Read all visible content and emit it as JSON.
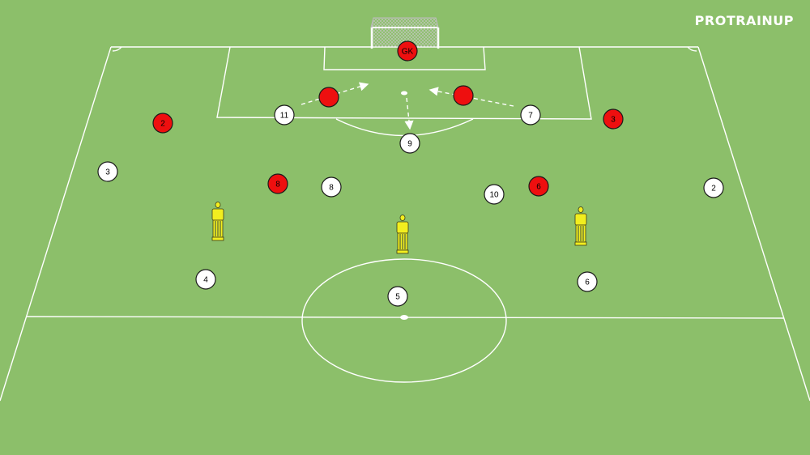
{
  "brand": {
    "logo_text": "PROTRAINUP"
  },
  "colors": {
    "pitch": "#8cbf6a",
    "lines": "#ffffff",
    "opponent": "#ee0f0f",
    "team": "#ffffff",
    "mannequin": "#f2ee1f",
    "mannequin_stripe": "#5a6b3a"
  },
  "opponents": [
    {
      "label": "GK"
    },
    {
      "label": ""
    },
    {
      "label": ""
    },
    {
      "label": "2"
    },
    {
      "label": "3"
    },
    {
      "label": "8"
    },
    {
      "label": "6"
    }
  ],
  "team": [
    {
      "label": "11"
    },
    {
      "label": "7"
    },
    {
      "label": "9"
    },
    {
      "label": "3"
    },
    {
      "label": "8"
    },
    {
      "label": "10"
    },
    {
      "label": "2"
    },
    {
      "label": "4"
    },
    {
      "label": "5"
    },
    {
      "label": "6"
    }
  ],
  "mannequins": [
    {
      "name": "mannequin-left"
    },
    {
      "name": "mannequin-center"
    },
    {
      "name": "mannequin-right"
    }
  ]
}
